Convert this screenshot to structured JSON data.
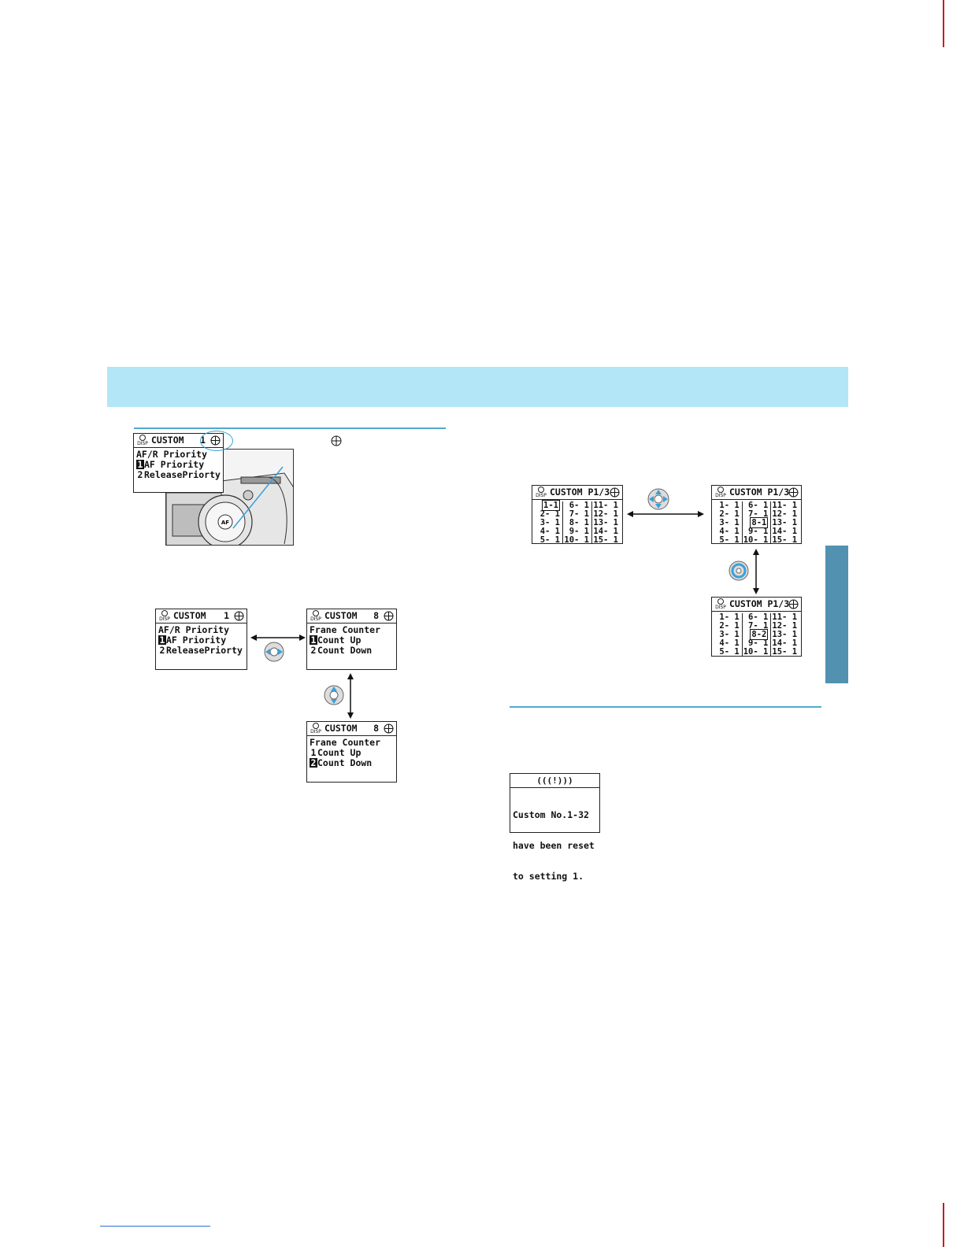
{
  "lcd_camera": {
    "title": "CUSTOM",
    "num": "1",
    "line1": "AF/R Priority",
    "opt1_n": "1",
    "opt1": "AF Priority",
    "opt2_n": "2",
    "opt2": "ReleasePriorty"
  },
  "lcd_a": {
    "title": "CUSTOM",
    "num": "1",
    "line1": "AF/R Priority",
    "opt1_n": "1",
    "opt1": "AF Priority",
    "opt2_n": "2",
    "opt2": "ReleasePriorty"
  },
  "lcd_b": {
    "title": "CUSTOM",
    "num": "8",
    "line1": "Frane Counter",
    "opt1_n": "1",
    "opt1": "Count Up",
    "opt2_n": "2",
    "opt2": "Count Down"
  },
  "lcd_c": {
    "title": "CUSTOM",
    "num": "8",
    "line1": "Frane Counter",
    "opt1_n": "1",
    "opt1": "Count Up",
    "opt2_n": "2",
    "opt2": "Count Down"
  },
  "disp_label": "DISP",
  "grid_title": "CUSTOM P1/3",
  "grid_col1": [
    "1- 1",
    "2- 1",
    "3- 1",
    "4- 1",
    "5- 1"
  ],
  "grid_col2": [
    "6- 1",
    "7- 1",
    "8- 1",
    "9- 1",
    "10- 1"
  ],
  "grid_col3": [
    "11- 1",
    "12- 1",
    "13- 1",
    "14- 1",
    "15- 1"
  ],
  "grid_c_cell": "8-2",
  "grid_b_cell": "8-1",
  "grid_a_cell": "1-1",
  "reset": {
    "head": "(((!)))",
    "line1": "Custom No.1-32",
    "line2": "have been reset",
    "line3": "to setting 1."
  },
  "colors": {
    "banner": "#b3e6f6",
    "rule": "#52a9cc",
    "tab": "#5291b0",
    "accent": "#3aa0d8"
  }
}
